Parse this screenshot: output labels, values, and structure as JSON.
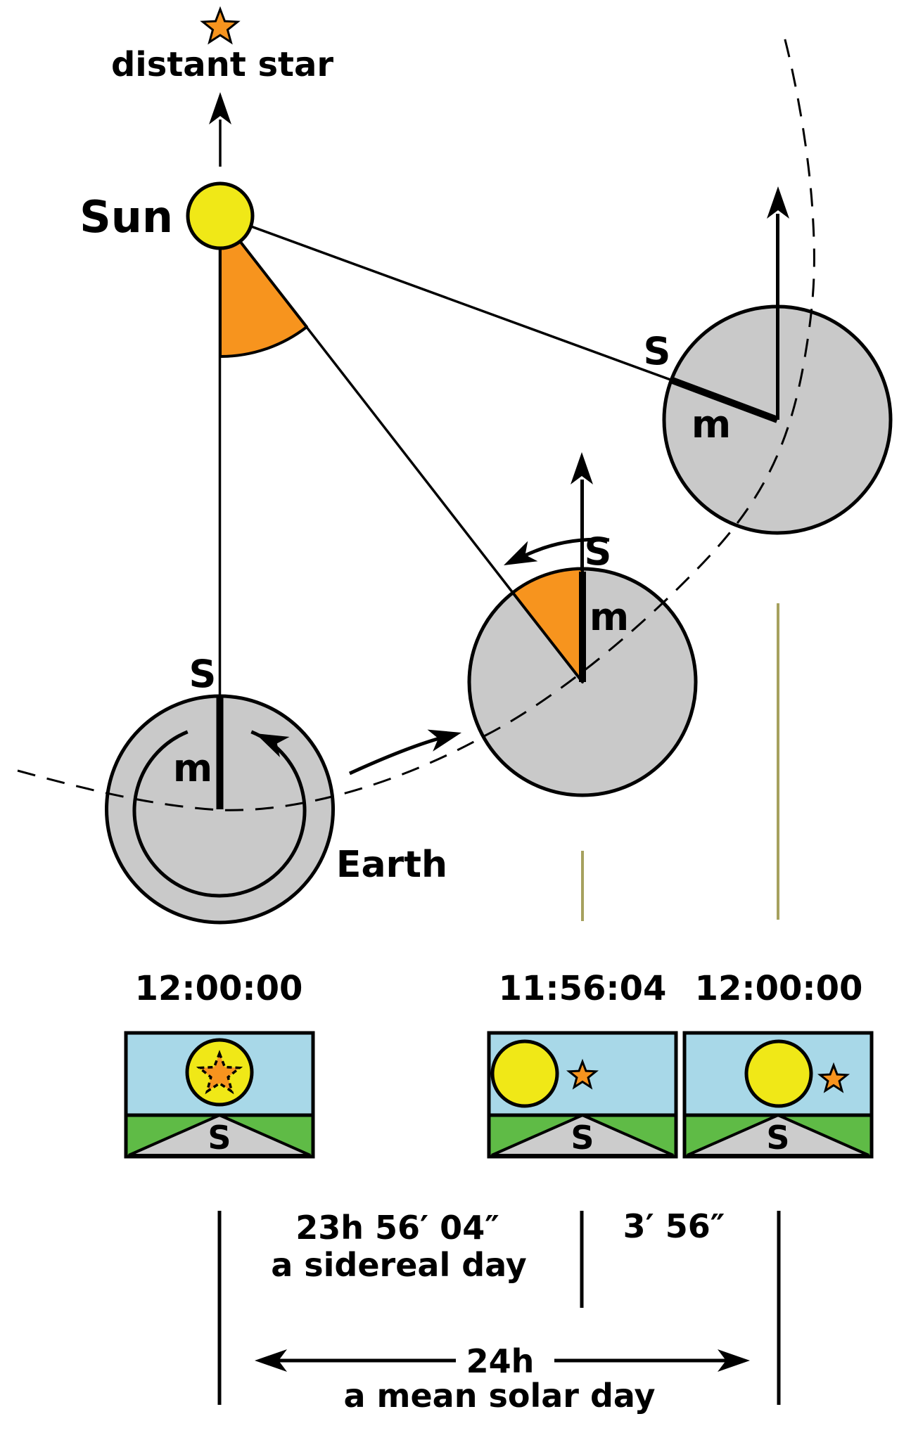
{
  "colors": {
    "orange": "#F7941E",
    "sun_yellow": "#F0E817",
    "earth_gray": "#C9C9C9",
    "sky_blue": "#A8D8E8",
    "grass_green": "#5FBB46",
    "ground_gray": "#CCCCCC",
    "olive": "#A6A15E",
    "ink": "#000000"
  },
  "labels": {
    "distant_star": "distant star",
    "sun": "Sun",
    "earth": "Earth"
  },
  "positions": [
    {
      "sight": "S",
      "meridian": "m"
    },
    {
      "sight": "S",
      "meridian": "m"
    },
    {
      "sight": "S",
      "meridian": "m"
    }
  ],
  "clocks": [
    {
      "time": "12:00:00",
      "south": "S"
    },
    {
      "time": "11:56:04",
      "south": "S"
    },
    {
      "time": "12:00:00",
      "south": "S"
    }
  ],
  "measurements": {
    "sidereal": "23h 56′ 04″",
    "sidereal_caption": "a sidereal day",
    "difference": "3′ 56″",
    "solar": "24h",
    "solar_caption": "a mean solar day"
  }
}
